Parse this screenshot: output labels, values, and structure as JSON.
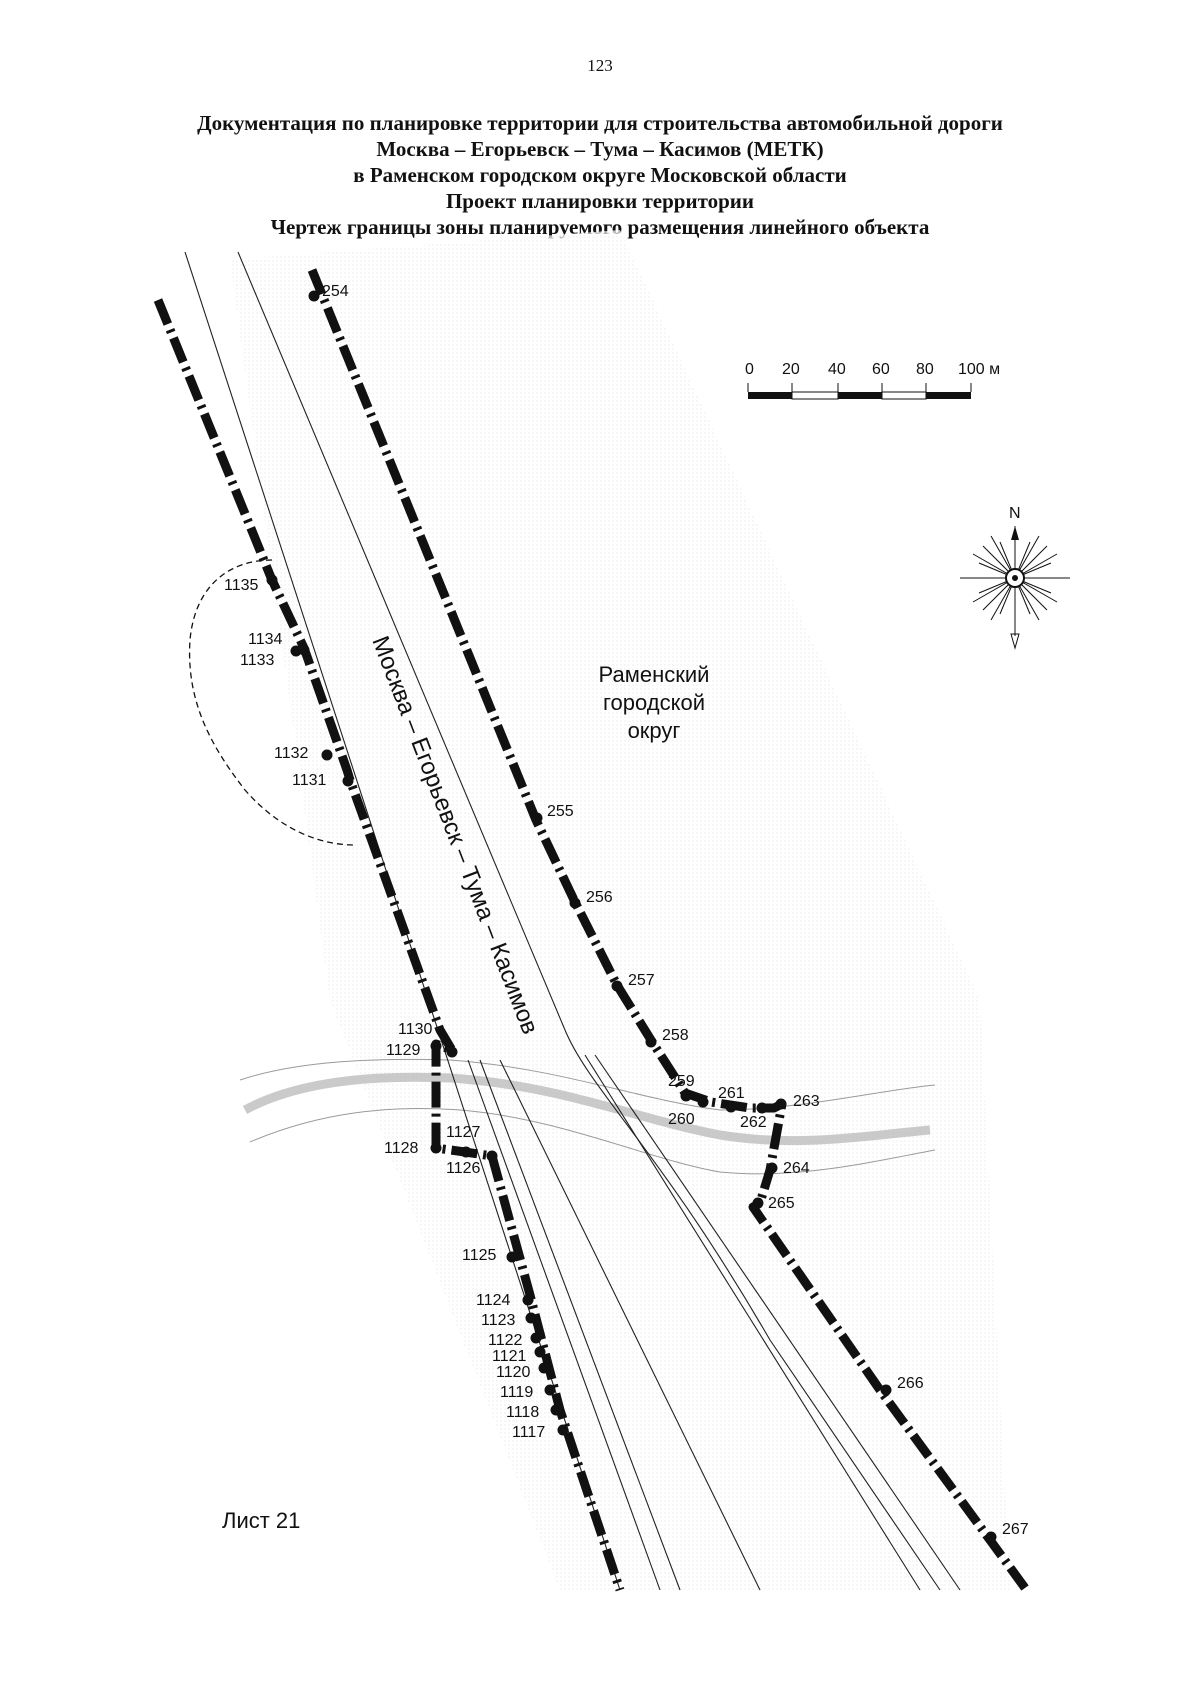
{
  "page_number": "123",
  "title_lines": [
    "Документация по планировке территории для строительства автомобильной дороги",
    "Москва – Егорьевск – Тума – Касимов (МЕТК)",
    "в Раменском городском округе Московской области",
    "Проект планировки территории",
    "Чертеж границы зоны планируемого размещения линейного объекта"
  ],
  "scale_bar": {
    "ticks": [
      "0",
      "20",
      "40",
      "60",
      "80",
      "100 м"
    ]
  },
  "compass": {
    "north_label": "N"
  },
  "district_label": [
    "Раменский",
    "городской",
    "округ"
  ],
  "road_label": "Москва – Егорьевск – Тума – Касимов",
  "sheet_label": "Лист 21",
  "right_boundary_points": [
    "254",
    "255",
    "256",
    "257",
    "258",
    "259",
    "260",
    "261",
    "262",
    "263",
    "264",
    "265",
    "266",
    "267"
  ],
  "left_boundary_points": [
    "1135",
    "1134",
    "1133",
    "1132",
    "1131",
    "1130",
    "1129",
    "1128",
    "1127",
    "1126",
    "1125",
    "1124",
    "1123",
    "1122",
    "1121",
    "1120",
    "1119",
    "1118",
    "1117"
  ],
  "colors": {
    "ink": "#111111",
    "terrain": "#c8c8c8"
  }
}
